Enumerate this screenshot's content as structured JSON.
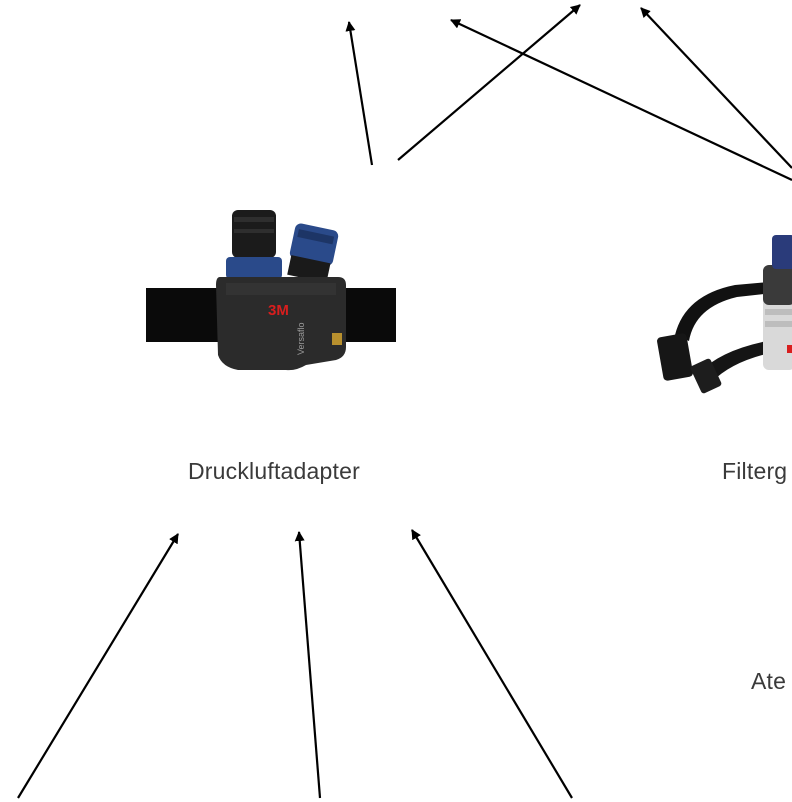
{
  "labels": {
    "druckluftadapter": "Druckluftadapter",
    "filterger_partial": "Filterg",
    "atem_partial": "Ate"
  },
  "product_marks": {
    "brand": "3M",
    "model": "Versaflo"
  },
  "colors": {
    "arrow": "#000000",
    "text": "#3a3a3a",
    "belt": "#0a0a0a",
    "housing": "#2b2b2b",
    "cap_blue": "#2a4a8a",
    "brand_red": "#d81e1e"
  }
}
